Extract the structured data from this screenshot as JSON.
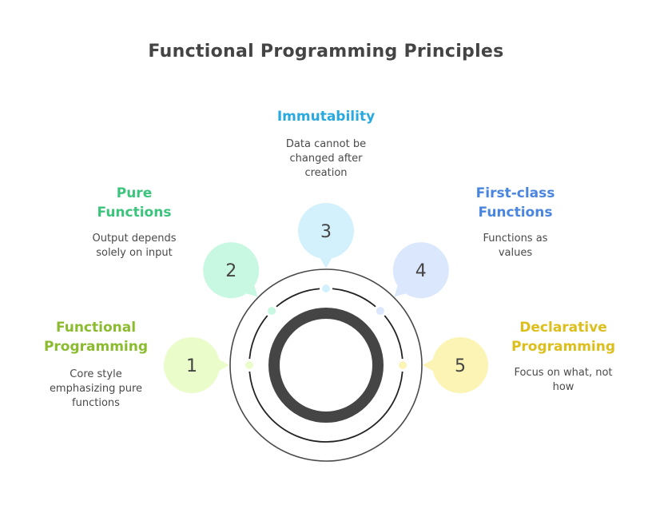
{
  "title": "Functional Programming Principles",
  "colors": {
    "text": "#444444",
    "ring": "#454545"
  },
  "items": [
    {
      "number": "1",
      "heading": "Functional Programming",
      "heading_lines": [
        "Functional",
        "Programming"
      ],
      "description": "Core style emphasizing pure functions",
      "description_lines": [
        "Core style",
        "emphasizing pure",
        "functions"
      ],
      "heading_color": "#8bbb2f",
      "bubble_color": "#eafcc9"
    },
    {
      "number": "2",
      "heading": "Pure Functions",
      "heading_lines": [
        "Pure",
        "Functions"
      ],
      "description": "Output depends solely on input",
      "description_lines": [
        "Output depends",
        "solely on input"
      ],
      "heading_color": "#3cc47d",
      "bubble_color": "#c9f8e2"
    },
    {
      "number": "3",
      "heading": "Immutability",
      "heading_lines": [
        "Immutability"
      ],
      "description": "Data cannot be changed after creation",
      "description_lines": [
        "Data cannot be",
        "changed after",
        "creation"
      ],
      "heading_color": "#29a9dd",
      "bubble_color": "#d3f1fc"
    },
    {
      "number": "4",
      "heading": "First-class Functions",
      "heading_lines": [
        "First-class",
        "Functions"
      ],
      "description": "Functions as values",
      "description_lines": [
        "Functions as",
        "values"
      ],
      "heading_color": "#4a86e0",
      "bubble_color": "#dbe7fd"
    },
    {
      "number": "5",
      "heading": "Declarative Programming",
      "heading_lines": [
        "Declarative",
        "Programming"
      ],
      "description": "Focus on what, not how",
      "description_lines": [
        "Focus on what, not",
        "how"
      ],
      "heading_color": "#dcbe1c",
      "bubble_color": "#fcf4b5"
    }
  ]
}
